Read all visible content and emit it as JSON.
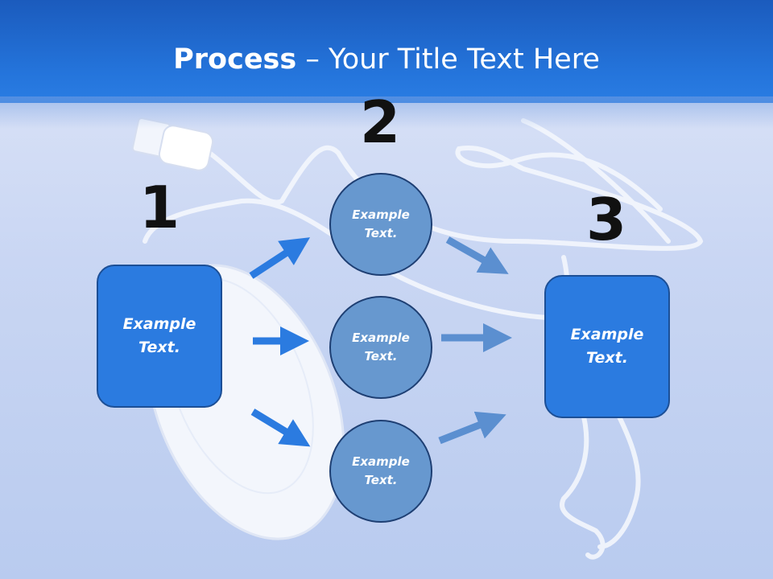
{
  "title": {
    "bold": "Process",
    "rest": " – Your Title Text Here"
  },
  "steps": [
    {
      "number": "1",
      "text_line1": "Example",
      "text_line2": "Text."
    },
    {
      "number": "2"
    },
    {
      "number": "3",
      "text_line1": "Example",
      "text_line2": "Text."
    }
  ],
  "circles": [
    {
      "text_line1": "Example",
      "text_line2": "Text."
    },
    {
      "text_line1": "Example",
      "text_line2": "Text."
    },
    {
      "text_line1": "Example",
      "text_line2": "Text."
    }
  ],
  "colors": {
    "title_bar": "#2474db",
    "box_fill": "#2b7be0",
    "circle_fill": "#6798cf",
    "arrow_left": "#2b7be0",
    "arrow_right": "#5b8fd0"
  }
}
